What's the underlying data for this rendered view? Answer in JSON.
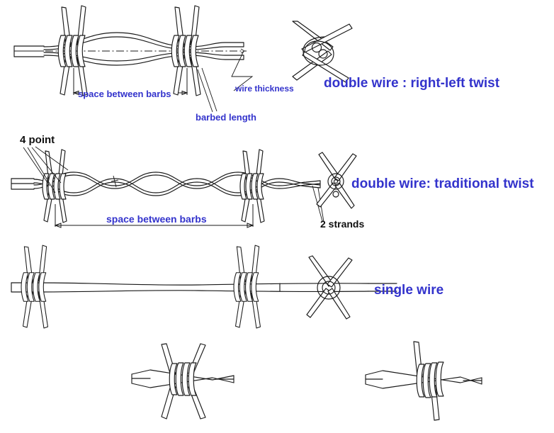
{
  "figure": {
    "title": "Barbed wire types and measurement terminology diagram",
    "background_color": "#ffffff",
    "line_color": "#1a1a1a",
    "accent_color": "#3333cc",
    "black_label_color": "#101010"
  },
  "rows": [
    {
      "id": "row-right-left-twist",
      "type_label": "double wire : right-left twist",
      "type_label_color": "#3333cc",
      "cross_section": "double-wire-right-left-twist-cross-section",
      "annotations": [
        {
          "name": "space-between-barbs",
          "text": "space between barbs",
          "color": "#3333cc",
          "style": "dimension-inline"
        },
        {
          "name": "barbed-length",
          "text": "barbed length",
          "color": "#3333cc",
          "style": "leader"
        },
        {
          "name": "wire-thickness",
          "text": "wire thickness",
          "color": "#3333cc",
          "style": "zigzag-leader"
        }
      ]
    },
    {
      "id": "row-traditional-twist",
      "type_label": "double wire: traditional twist",
      "type_label_color": "#3333cc",
      "cross_section": "double-wire-traditional-twist-cross-section",
      "annotations": [
        {
          "name": "four-point",
          "text": "4 point",
          "color": "#101010",
          "style": "fan-leader"
        },
        {
          "name": "space-between-barbs",
          "text": "space between barbs",
          "color": "#3333cc",
          "style": "dimension-bracket"
        },
        {
          "name": "two-strands",
          "text": "2 strands",
          "color": "#101010",
          "style": "leader"
        }
      ]
    },
    {
      "id": "row-single-wire",
      "type_label": "single wire",
      "type_label_color": "#3333cc",
      "cross_section": "single-wire-cross-section",
      "annotations": []
    }
  ],
  "barb_details": [
    {
      "id": "barb-detail-four-point",
      "points": 4,
      "caption": ""
    },
    {
      "id": "barb-detail-two-point",
      "points": 2,
      "caption": ""
    }
  ],
  "labels": {
    "space_between_barbs_top": "space between barbs",
    "barbed_length": "barbed length",
    "wire_thickness": "wire thickness",
    "double_right_left": "double wire : right-left twist",
    "four_point": "4 point",
    "space_between_barbs_mid": "space between barbs",
    "two_strands": "2 strands",
    "double_traditional": "double wire: traditional twist",
    "single_wire": "single wire"
  }
}
